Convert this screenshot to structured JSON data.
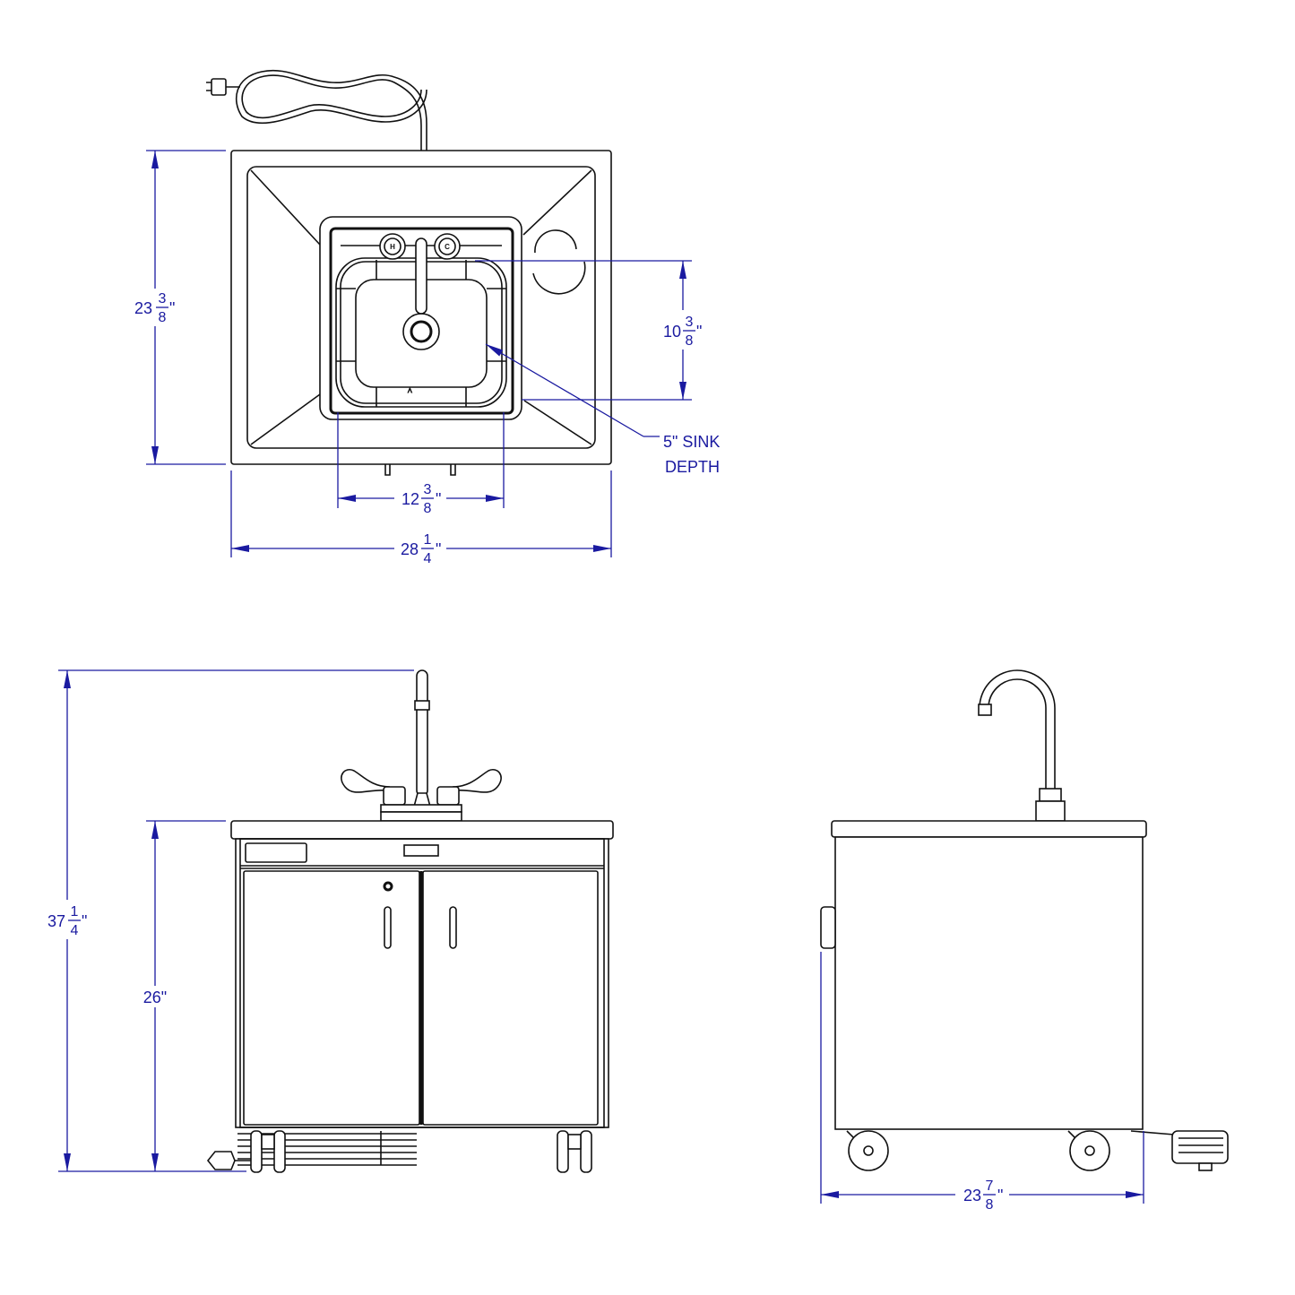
{
  "colors": {
    "dimension": "#1a1aa0",
    "line": "#111111"
  },
  "top_view": {
    "faucet_labels": {
      "hot": "H",
      "cold": "C"
    },
    "dims": {
      "depth": {
        "whole": "23",
        "num": "3",
        "den": "8",
        "unit": "\""
      },
      "bowl_depth_front_back": {
        "whole": "10",
        "num": "3",
        "den": "8",
        "unit": "\""
      },
      "sink_depth": {
        "line1": "5\" SINK",
        "line2": "DEPTH"
      },
      "bowl_width": {
        "whole": "12",
        "num": "3",
        "den": "8",
        "unit": "\""
      },
      "width": {
        "whole": "28",
        "num": "1",
        "den": "4",
        "unit": "\""
      }
    }
  },
  "front_view": {
    "dims": {
      "overall_height": {
        "whole": "37",
        "num": "1",
        "den": "4",
        "unit": "\""
      },
      "counter_height": {
        "label": "26\""
      }
    }
  },
  "side_view": {
    "dims": {
      "depth": {
        "whole": "23",
        "num": "7",
        "den": "8",
        "unit": "\""
      }
    }
  }
}
